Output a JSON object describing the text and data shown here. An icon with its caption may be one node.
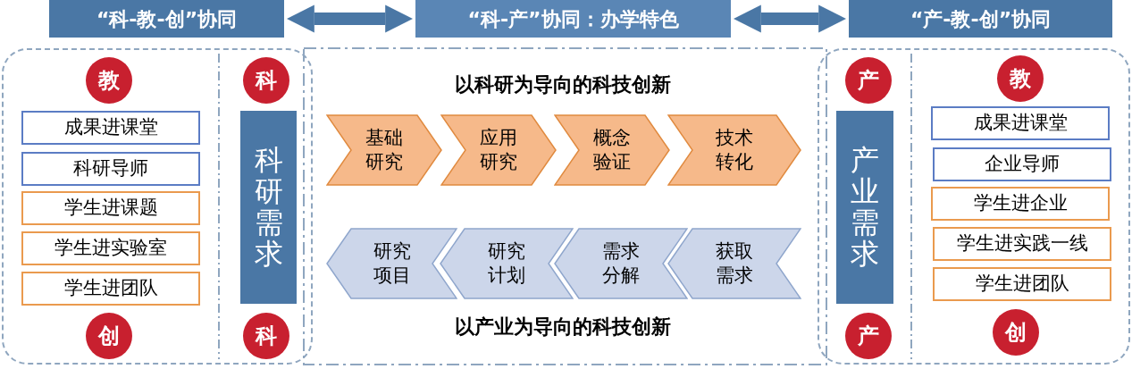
{
  "diagram": {
    "nodes": [
      {
        "text": [
          "“科-教-创”协同"
        ]
      },
      {
        "text": [
          "“科-产”协同：办学特色"
        ]
      },
      {
        "text": [
          "“产-教-创”协同"
        ]
      },
      {
        "text": [],
        "shape": "box"
      },
      {
        "text": [
          "教"
        ],
        "in": 3
      },
      {
        "text": [
          "成果进课堂"
        ],
        "in": 3
      },
      {
        "text": [
          "科研导师"
        ],
        "in": 3
      },
      {
        "text": [
          "学生进课题"
        ],
        "in": 3
      },
      {
        "text": [
          "学生进实验室"
        ],
        "in": 3
      },
      {
        "text": [
          "学生进团队"
        ],
        "in": 3
      },
      {
        "text": [
          "创"
        ],
        "in": 3
      },
      {
        "text": [
          "科"
        ],
        "in": 3
      },
      {
        "text": [
          "科研需求"
        ],
        "in": 3
      },
      {
        "text": [
          "科"
        ],
        "in": 3
      },
      {
        "text": [
          "基础研究"
        ]
      },
      {
        "text": [
          "应用研究"
        ]
      },
      {
        "text": [
          "概念验证"
        ]
      },
      {
        "text": [
          "技术转化"
        ]
      },
      {
        "text": [
          "研究项目"
        ]
      },
      {
        "text": [
          "研究计划"
        ]
      },
      {
        "text": [
          "需求分解"
        ]
      },
      {
        "text": [
          "获取需求"
        ]
      },
      {
        "text": [],
        "shape": "box"
      },
      {
        "text": [
          "产"
        ],
        "in": 22
      },
      {
        "text": [
          "产业需求"
        ],
        "in": 22
      },
      {
        "text": [
          "产"
        ],
        "in": 22
      },
      {
        "text": [
          "教"
        ],
        "in": 22
      },
      {
        "text": [
          "成果进课堂"
        ],
        "in": 22
      },
      {
        "text": [
          "企业导师"
        ],
        "in": 22
      },
      {
        "text": [
          "学生进企业"
        ],
        "in": 22
      },
      {
        "text": [
          "学生进实践一线"
        ],
        "in": 22
      },
      {
        "text": [
          "学生进团队"
        ],
        "in": 22
      },
      {
        "text": [
          "创"
        ],
        "in": 22
      }
    ],
    "edges": [
      {
        "from": 0,
        "to": 1,
        "arrow": "both"
      },
      {
        "from": 1,
        "to": 2,
        "arrow": "both"
      }
    ],
    "labels": [
      "以科研为导向的科技创新",
      "以产业为导向的科技创新"
    ]
  }
}
